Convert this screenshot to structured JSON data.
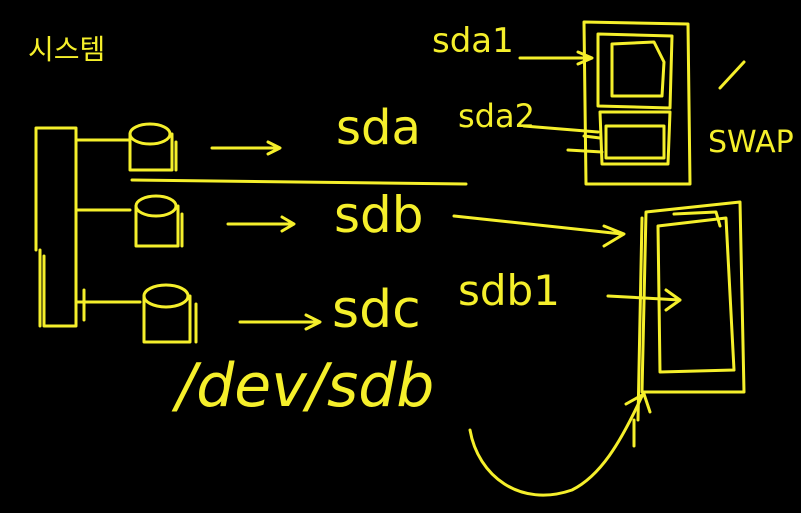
{
  "labels": {
    "system": "시스템",
    "sda1": "sda1",
    "sda2": "sda2",
    "sda": "sda",
    "sdb": "sdb",
    "sdb1": "sdb1",
    "sdc": "sdc",
    "swap": "SWAP",
    "device_path": "/dev/sdb"
  },
  "colors": {
    "background": "#000000",
    "ink": "#f5ef2b"
  }
}
